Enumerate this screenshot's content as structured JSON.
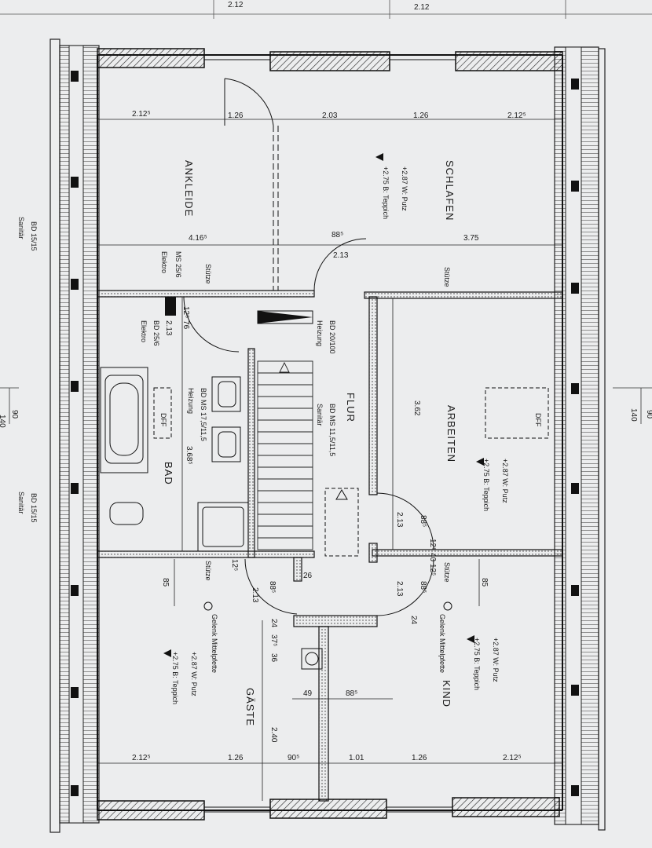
{
  "top_labels": [
    "2.12",
    "2.12"
  ],
  "rooms": {
    "ankleide": "ANKLEIDE",
    "schlafen": "SCHLAFEN",
    "arbeiten": "ARBEITEN",
    "flur": "FLUR",
    "bad": "BAD",
    "kind": "KIND",
    "gaeste": "GÄSTE"
  },
  "dims": {
    "top_row": [
      "2.12⁵",
      "1.26",
      "2.03",
      "1.26",
      "2.12⁵"
    ],
    "bottom_row": [
      "2.12⁵",
      "1.26",
      "90⁵",
      "1.01",
      "1.26",
      "2.12⁵"
    ],
    "mid_left": "4.16⁵",
    "mid_right": "3.75",
    "d_885_top": "88⁵",
    "d_213_top": "2.13",
    "arbeiten_h": "3.62",
    "bad_w": "3.68⁵",
    "d_213_arb": "2.13",
    "d_885_arb": "88⁵",
    "d_125_a": "12⁵",
    "d_40": "40",
    "d_125_b": "12⁵",
    "d_213_kind": "2.13",
    "d_885_kind": "88⁵",
    "d_24_r": "24",
    "d_85_l": "85",
    "d_85_r": "85",
    "d_125_c": "12⁵",
    "d_213_g": "2.13",
    "d_885_g": "88⁵",
    "d_26": "26",
    "d_24": "24",
    "d_375": "37⁵",
    "d_36": "36",
    "d_49": "49",
    "d_885_c": "88⁵",
    "d_240": "2.40",
    "d_125_76": "12⁵  76",
    "d_213_bad": "2.13",
    "side_90": "90",
    "side_140_l": "140",
    "side_140_r": "140",
    "side_90_r": "90"
  },
  "notes": {
    "schlafen_h1": "+2.87  W: Putz",
    "schlafen_h2": "+2.75  B: Teppich",
    "arbeiten_h1": "+2.87  W: Putz",
    "arbeiten_h2": "+2.75  B: Teppich",
    "kind_h1": "+2.87  W: Putz",
    "kind_h2": "+2.75  B: Teppich",
    "gaeste_h1": "+2.87  W: Putz",
    "gaeste_h2": "+2.75  B: Teppich",
    "stuetze": "Stütze",
    "elektro_ms": "MS 25/6",
    "elektro_ms_lbl": "Elektro",
    "elektro_bd": "BD 25/6",
    "elektro_bd_lbl": "Elektro",
    "heizung_bd": "BD 20/100",
    "heizung_bd_lbl": "Heizung",
    "bad_ms": "BD MS 17,5/11,5",
    "bad_ms_lbl": "Heizung",
    "flur_ms": "BD MS 11,5/11,5",
    "flur_ms_lbl": "Sanitär",
    "sanitaer_bd1": "BD 15/15",
    "sanitaer_lbl1": "Sanitär",
    "sanitaer_bd2": "BD 15/15",
    "sanitaer_lbl2": "Sanitär",
    "dff": "DFF",
    "gelenk": "Gelenk Mittelpfette"
  }
}
